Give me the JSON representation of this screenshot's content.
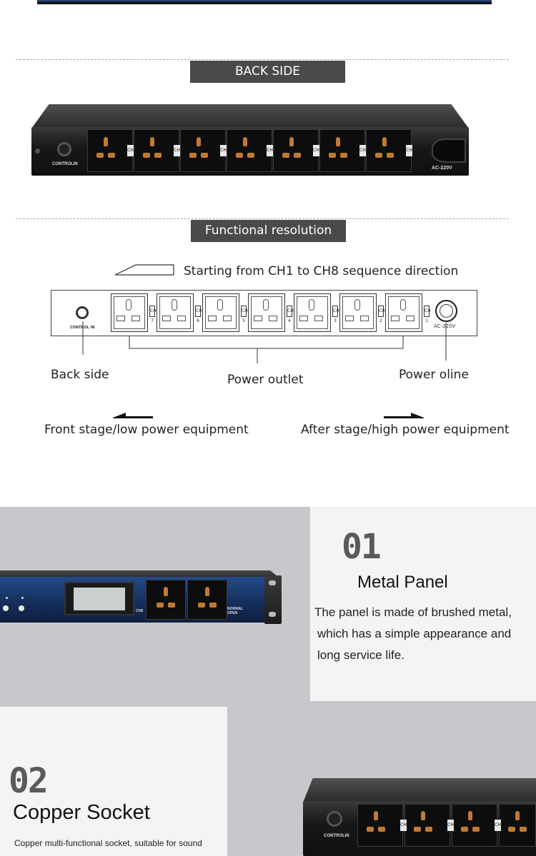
{
  "sections": {
    "back_side": {
      "banner": "BACK SIDE"
    },
    "functional": {
      "banner": "Functional resolution"
    }
  },
  "back_panel": {
    "control_label": "CONTROLIN",
    "power_label": "AC-220V",
    "channels": [
      "CH 7",
      "CH 6",
      "CH 5",
      "CH 4",
      "CH 3",
      "CH 2",
      "CH 1"
    ]
  },
  "diagram": {
    "sequence_text": "Starting from CH1 to CH8 sequence direction",
    "control_label": "CONTROL IN",
    "power_label": "AC-220V",
    "channels": [
      "CH 7",
      "CH 6",
      "CH 5",
      "CH 4",
      "CH 3",
      "CH 2",
      "CH 1"
    ],
    "callouts": {
      "back_side": "Back side",
      "power_outlet": "Power outlet",
      "power_oline": "Power oline"
    },
    "front_stage": "Front stage/low power equipment",
    "after_stage": "After stage/high power equipment"
  },
  "features": [
    {
      "number": "01",
      "title": "Metal Panel",
      "lines": [
        "The panel is made of brushed metal,",
        "which has a simple appearance and",
        "long service life."
      ]
    },
    {
      "number": "02",
      "title": "Copper Socket",
      "lines": [
        "Copper multi-functional socket, suitable for sound"
      ]
    }
  ],
  "front_panel": {
    "ch_label": "CH8",
    "mode_line1": "NORMAL",
    "mode_line2": "OPEN"
  },
  "copper_panel": {
    "control_label": "CONTROLIN",
    "channels": [
      "CH 7",
      "CH 6",
      "CH 5"
    ]
  },
  "colors": {
    "banner_bg": "#4a4a4a",
    "socket_copper": "#c07a35",
    "panel_blue": "#1d3f7a",
    "section_gray": "#c6c8cb"
  }
}
